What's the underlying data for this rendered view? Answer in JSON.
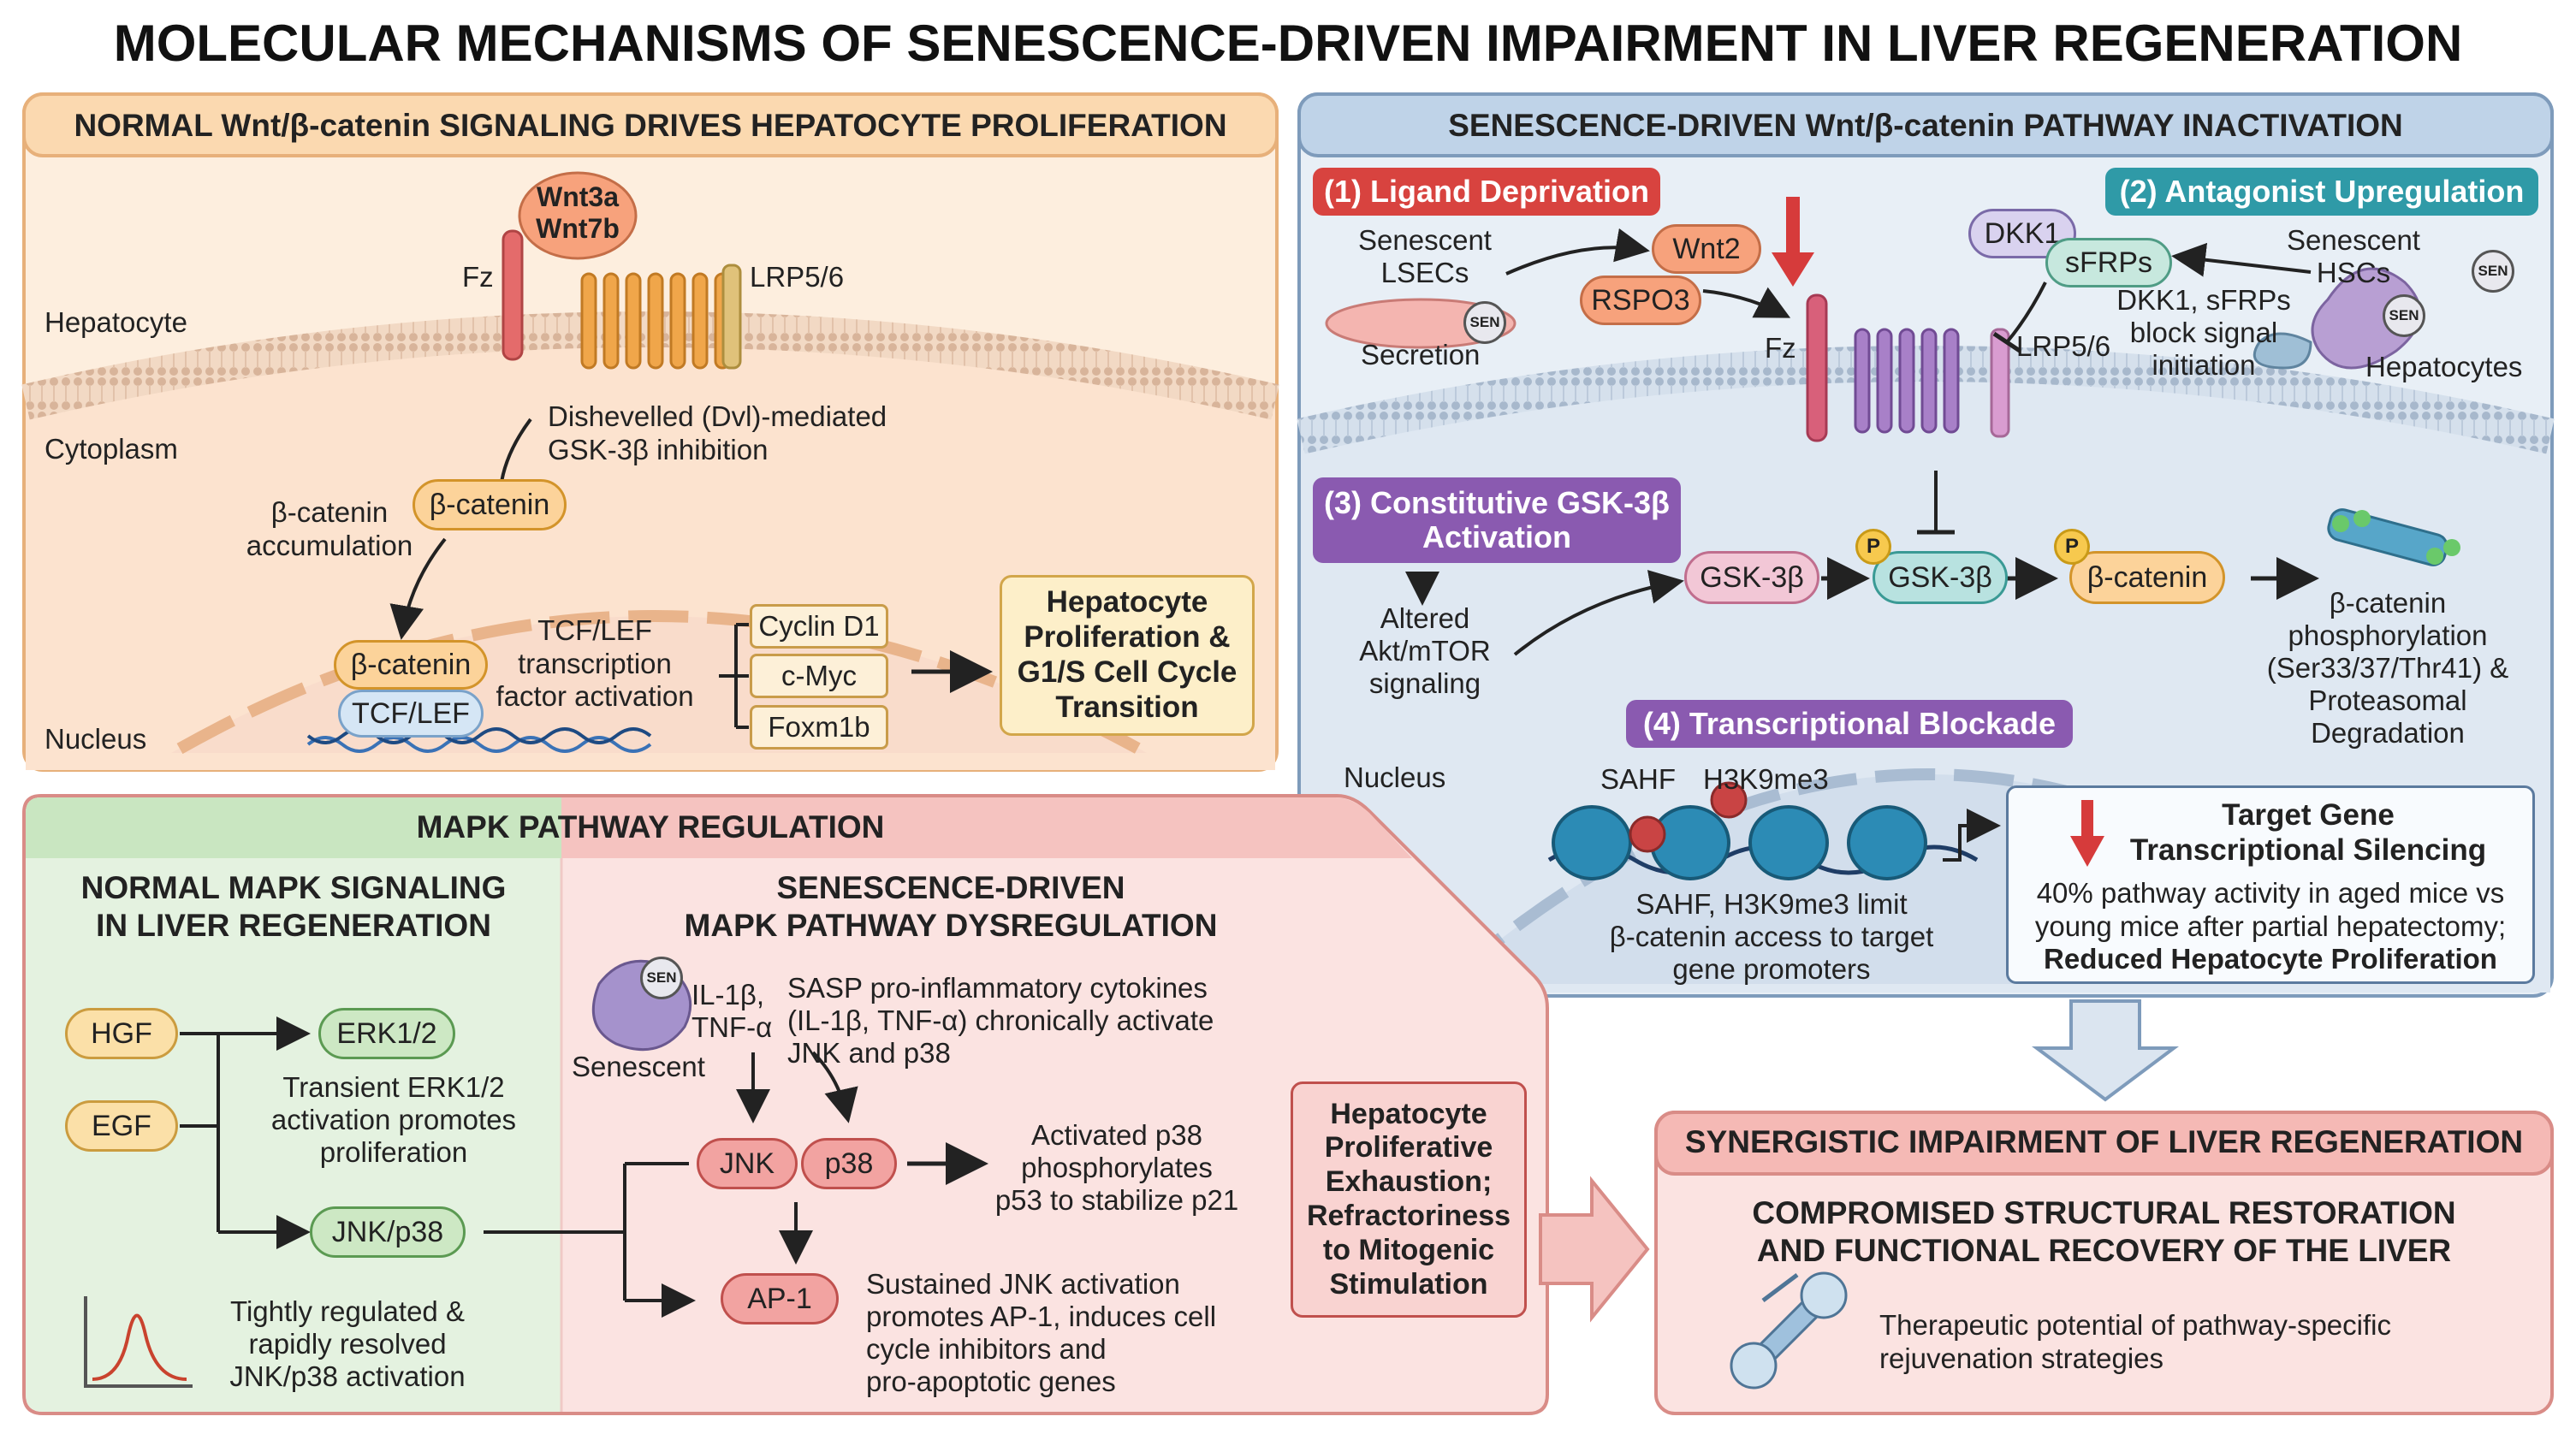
{
  "title": "MOLECULAR MECHANISMS OF SENESCENCE-DRIVEN IMPAIRMENT IN LIVER REGENERATION",
  "panel_normal_wnt": {
    "header": "NORMAL Wnt/β-catenin SIGNALING DRIVES HEPATOCYTE PROLIFERATION",
    "wnt_line1": "Wnt3a",
    "wnt_line2": "Wnt7b",
    "fz": "Fz",
    "lrp": "LRP5/6",
    "hepatocyte": "Hepatocyte",
    "cytoplasm": "Cytoplasm",
    "nucleus": "Nucleus",
    "dvl_line1": "Dishevelled (Dvl)-mediated",
    "dvl_line2": "GSK-3β inhibition",
    "accum_line1": "β-catenin",
    "accum_line2": "accumulation",
    "bcat": "β-catenin",
    "bcat_nuc": "β-catenin",
    "tcf": "TCF/LEF",
    "tcf_act_line1": "TCF/LEF",
    "tcf_act_line2": "transcription",
    "tcf_act_line3": "factor activation",
    "targets": [
      "Cyclin D1",
      "c-Myc",
      "Foxm1b"
    ],
    "outcome_line1": "Hepatocyte",
    "outcome_line2": "Proliferation &",
    "outcome_line3": "G1/S Cell Cycle",
    "outcome_line4": "Transition"
  },
  "panel_senescence_wnt": {
    "header": "SENESCENCE-DRIVEN Wnt/β-catenin PATHWAY INACTIVATION",
    "tag1": "(1) Ligand Deprivation",
    "tag2": "(2) Antagonist Upregulation",
    "tag3_line1": "(3) Constitutive GSK-3β",
    "tag3_line2": "Activation",
    "tag4": "(4) Transcriptional Blockade",
    "lsec_line1": "Senescent",
    "lsec_line2": "LSECs",
    "secretion": "Secretion",
    "wnt2": "Wnt2",
    "rspo3": "RSPO3",
    "fz": "Fz",
    "lrp": "LRP5/6",
    "dkk1": "DKK1",
    "sfrps": "sFRPs",
    "hsc_line1": "Senescent",
    "hsc_line2": "HSCs",
    "block_line1": "DKK1, sFRPs",
    "block_line2": "block signal",
    "block_line3": "initiation",
    "hepatocytes": "Hepatocytes",
    "akt_line1": "Altered",
    "akt_line2": "Akt/mTOR",
    "akt_line3": "signaling",
    "gsk1": "GSK-3β",
    "gsk2": "GSK-3β",
    "bcat": "β-catenin",
    "p": "P",
    "deg_line1": "β-catenin",
    "deg_line2": "phosphorylation",
    "deg_line3": "(Ser33/37/Thr41) &",
    "deg_line4": "Proteasomal",
    "deg_line5": "Degradation",
    "nucleus": "Nucleus",
    "sahf": "SAHF",
    "h3k9": "H3K9me3",
    "chrom_line1": "SAHF, H3K9me3 limit",
    "chrom_line2": "β-catenin access to target",
    "chrom_line3": "gene promoters",
    "silence_title1": "Target Gene",
    "silence_title2": "Transcriptional Silencing",
    "silence_text1": "40% pathway activity in aged mice vs",
    "silence_text2": "young mice after partial hepatectomy;",
    "silence_text3": "Reduced Hepatocyte Proliferation",
    "sen": "SEN"
  },
  "panel_mapk": {
    "header": "MAPK PATHWAY REGULATION",
    "normal_title1": "NORMAL MAPK SIGNALING",
    "normal_title2": "IN LIVER REGENERATION",
    "hgf": "HGF",
    "egf": "EGF",
    "erk": "ERK1/2",
    "jnkp38": "JNK/p38",
    "erk_text1": "Transient ERK1/2",
    "erk_text2": "activation promotes",
    "erk_text3": "proliferation",
    "curve_text1": "Tightly regulated &",
    "curve_text2": "rapidly resolved",
    "curve_text3": "JNK/p38 activation",
    "sen_title1": "SENESCENCE-DRIVEN",
    "sen_title2": "MAPK PATHWAY DYSREGULATION",
    "cyt_line1": "IL-1β,",
    "cyt_line2": "TNF-α",
    "senescent": "Senescent",
    "sasp_line1": "SASP pro-inflammatory cytokines",
    "sasp_line2": "(IL-1β, TNF-α) chronically activate",
    "sasp_line3": "JNK and p38",
    "jnk": "JNK",
    "p38": "p38",
    "ap1": "AP-1",
    "p38_text1": "Activated p38",
    "p38_text2": "phosphorylates",
    "p38_text3": "p53 to stabilize p21",
    "ap1_text1": "Sustained JNK activation",
    "ap1_text2": "promotes AP-1, induces cell",
    "ap1_text3": "cycle inhibitors and",
    "ap1_text4": "pro-apoptotic genes",
    "exh_line1": "Hepatocyte",
    "exh_line2": "Proliferative",
    "exh_line3": "Exhaustion;",
    "exh_line4": "Refractoriness",
    "exh_line5": "to Mitogenic",
    "exh_line6": "Stimulation",
    "sen": "SEN"
  },
  "panel_synergy": {
    "header": "SYNERGISTIC IMPAIRMENT OF LIVER REGENERATION",
    "main_line1": "COMPROMISED STRUCTURAL RESTORATION",
    "main_line2": "AND FUNCTIONAL RECOVERY OF THE LIVER",
    "thera_line1": "Therapeutic potential of pathway-specific",
    "thera_line2": "rejuvenation strategies"
  }
}
